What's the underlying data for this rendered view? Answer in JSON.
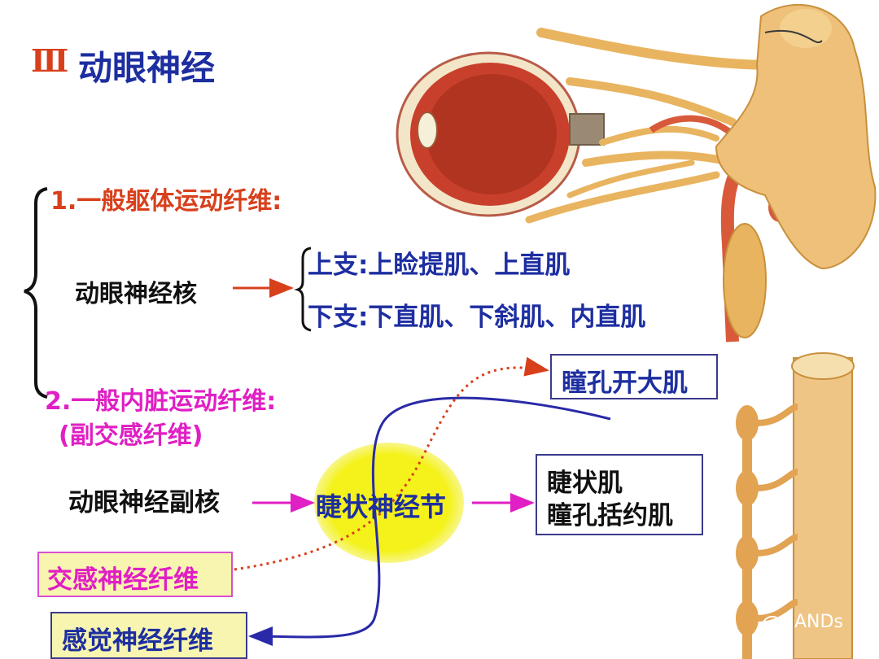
{
  "title": {
    "numeral": "Ⅲ",
    "text": "动眼神经"
  },
  "section1": {
    "heading": "1.一般躯体运动纤维:",
    "nucleus": "动眼神经核",
    "branches": [
      {
        "label": "上支:上睑提肌、上直肌"
      },
      {
        "label": "下支:下直肌、下斜肌、内直肌"
      }
    ]
  },
  "section2": {
    "heading": "2.一般内脏运动纤维:",
    "subheading": "(副交感纤维)",
    "accessory_nucleus": "动眼神经副核",
    "ganglion": "睫状神经节",
    "targets": [
      "睫状肌",
      "瞳孔括约肌"
    ],
    "dilator": "瞳孔开大肌",
    "sympathetic": "交感神经纤维",
    "sensory": "感觉神经纤维"
  },
  "watermark": "ANDs",
  "colors": {
    "title_blue": "#1d2ea0",
    "red": "#d8401c",
    "magenta": "#e01fc4",
    "ganglion_yellow": "#f4f21a",
    "box_yellow": "#f8f5b0",
    "nerve_orange": "#e9b460"
  }
}
